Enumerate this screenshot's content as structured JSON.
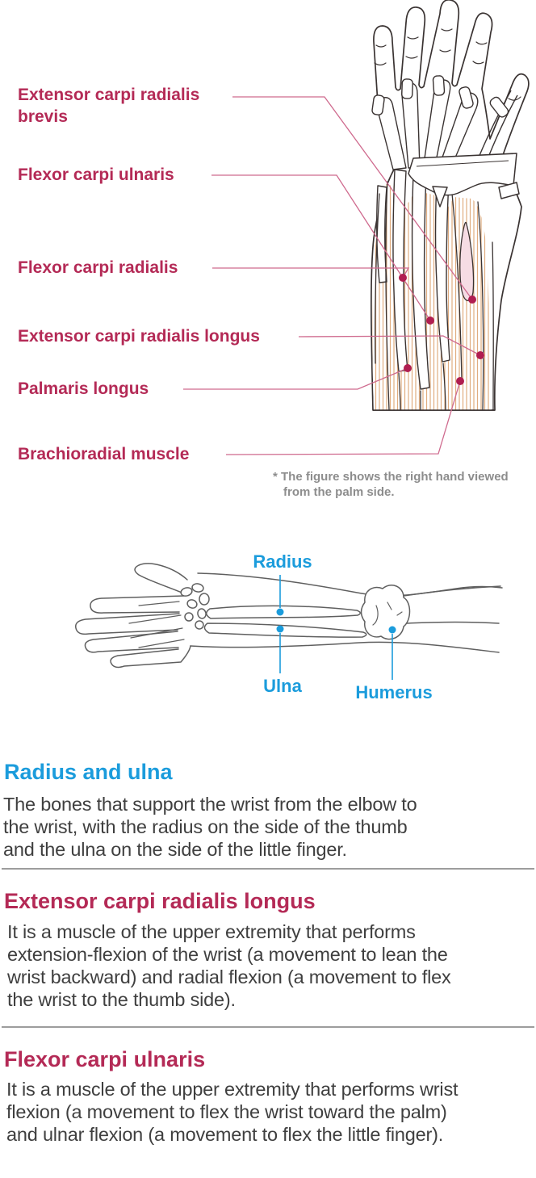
{
  "muscle_diagram": {
    "labels": [
      {
        "name": "extensor-carpi-radialis-brevis",
        "text": "Extensor carpi radialis brevis"
      },
      {
        "name": "flexor-carpi-ulnaris",
        "text": "Flexor carpi ulnaris"
      },
      {
        "name": "flexor-carpi-radialis",
        "text": "Flexor carpi radialis"
      },
      {
        "name": "extensor-carpi-radialis-longus",
        "text": "Extensor carpi radialis longus"
      },
      {
        "name": "palmaris-longus",
        "text": "Palmaris longus"
      },
      {
        "name": "brachioradial-muscle",
        "text": "Brachioradial muscle"
      }
    ],
    "note": [
      "* The figure shows the right hand viewed",
      "from the palm side."
    ]
  },
  "bone_diagram": {
    "labels": {
      "radius": "Radius",
      "ulna": "Ulna",
      "humerus": "Humerus"
    }
  },
  "sections": [
    {
      "heading": "Radius and ulna",
      "body": "The bones that support the wrist from the elbow to\nthe wrist, with the radius on the side of the thumb\nand the ulna on the side of the little finger."
    },
    {
      "heading": "Extensor carpi radialis longus",
      "body": "It is a muscle of the upper extremity that performs\nextension-flexion of the wrist (a movement to lean the\nwrist backward) and radial flexion (a movement to flex\nthe wrist to the thumb side)."
    },
    {
      "heading": "Flexor carpi ulnaris",
      "body": "It is a muscle of the upper extremity that performs wrist\nflexion (a movement to flex the wrist toward the palm)\nand ulnar flexion (a movement to flex the little finger)."
    }
  ],
  "colors": {
    "label_crimson": "#b42a56",
    "label_blue": "#1b9cdc",
    "leader_line_pink": "#cf6a8e",
    "marker_dot": "#b01e50",
    "body_text": "#3f3f3f",
    "note_gray": "#8d8d8d",
    "muscle_striation": "#e0ad80",
    "outline_dark": "#3a3332"
  }
}
